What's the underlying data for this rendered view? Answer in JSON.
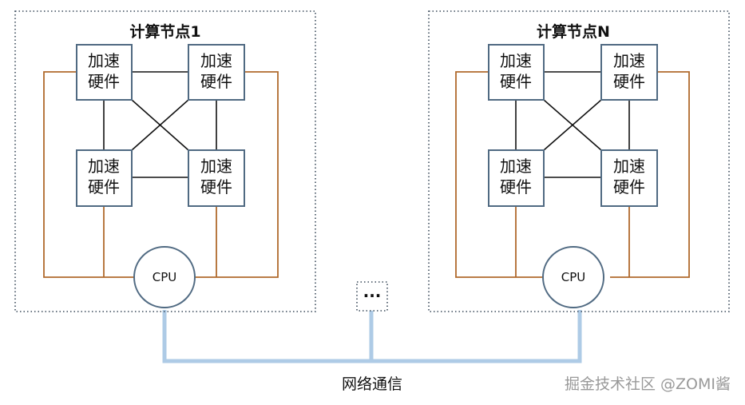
{
  "nodes": [
    {
      "title": "计算节点1",
      "accelerators": [
        [
          "加速",
          "硬件"
        ],
        [
          "加速",
          "硬件"
        ],
        [
          "加速",
          "硬件"
        ],
        [
          "加速",
          "硬件"
        ]
      ],
      "cpu": "CPU"
    },
    {
      "title": "计算节点N",
      "accelerators": [
        [
          "加速",
          "硬件"
        ],
        [
          "加速",
          "硬件"
        ],
        [
          "加速",
          "硬件"
        ],
        [
          "加速",
          "硬件"
        ]
      ],
      "cpu": "CPU"
    }
  ],
  "ellipsis": "···",
  "network_label": "网络通信",
  "watermark": "掘金技术社区 @ZOMI酱",
  "colors": {
    "box_stroke": "#506a82",
    "pcie_link": "#b06a2c",
    "network_link": "#aecbe6",
    "mesh_link": "#111111"
  }
}
